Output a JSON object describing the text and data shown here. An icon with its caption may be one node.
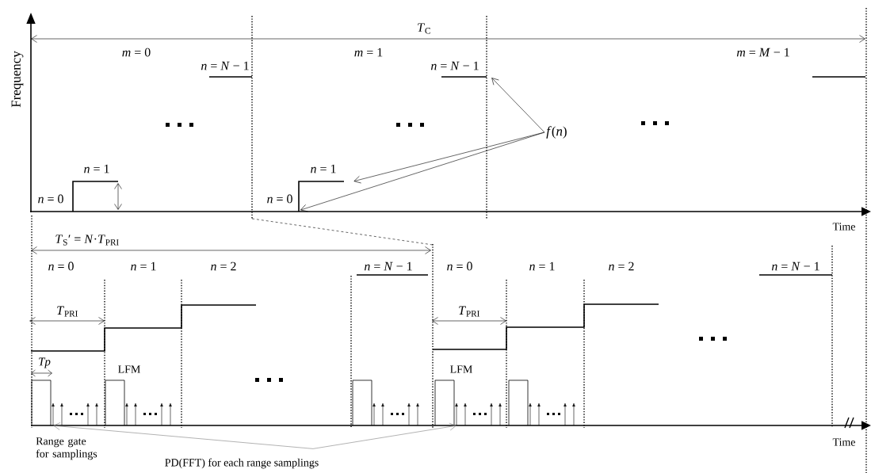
{
  "diagram": {
    "nodes": [
      {
        "text": [
          "*f*(*n*)"
        ]
      },
      {
        "text": [
          "PD(FFT) for each range samplings"
        ]
      },
      {
        "text": [],
        "shape": "line"
      },
      {
        "text": [],
        "shape": "line"
      },
      {
        "text": [],
        "shape": "arrow"
      },
      {
        "text": [],
        "shape": "arrow"
      }
    ],
    "edges": [
      {
        "from": 0,
        "to": 2,
        "arrow": "to"
      },
      {
        "from": 0,
        "to": 3,
        "arrow": "to"
      },
      {
        "from": 0,
        "to": 3,
        "arrow": "to"
      },
      {
        "from": 1,
        "to": 4,
        "arrow": "to",
        "color": "#7f7f7f"
      },
      {
        "from": 1,
        "to": 5,
        "arrow": "to",
        "color": "#7f7f7f"
      }
    ],
    "labels": [
      "Frequency",
      "*T*$_{C}$",
      "*m* = 0",
      "*m* = 1",
      "*m* = *M* − 1",
      "*n* = *N* − 1",
      "*n* = *N* − 1",
      "*n* = 1",
      "*n* = 1",
      "*n* = 0",
      "*n* = 0",
      "Time",
      "*T*$_{S}$′ = *N*·*T*$_{PRI}$",
      "*n* = 0",
      "*n* = 1",
      "*n* = 2",
      "*n* = *N* − 1",
      "*n* = 0",
      "*n* = 1",
      "*n* = 2",
      "*n* = *N* − 1",
      "*T*$_{PRI}$",
      "*T*$_{PRI}$",
      "Tp",
      "LFM",
      "LFM",
      "Time",
      "Range gate for samplings"
    ]
  }
}
